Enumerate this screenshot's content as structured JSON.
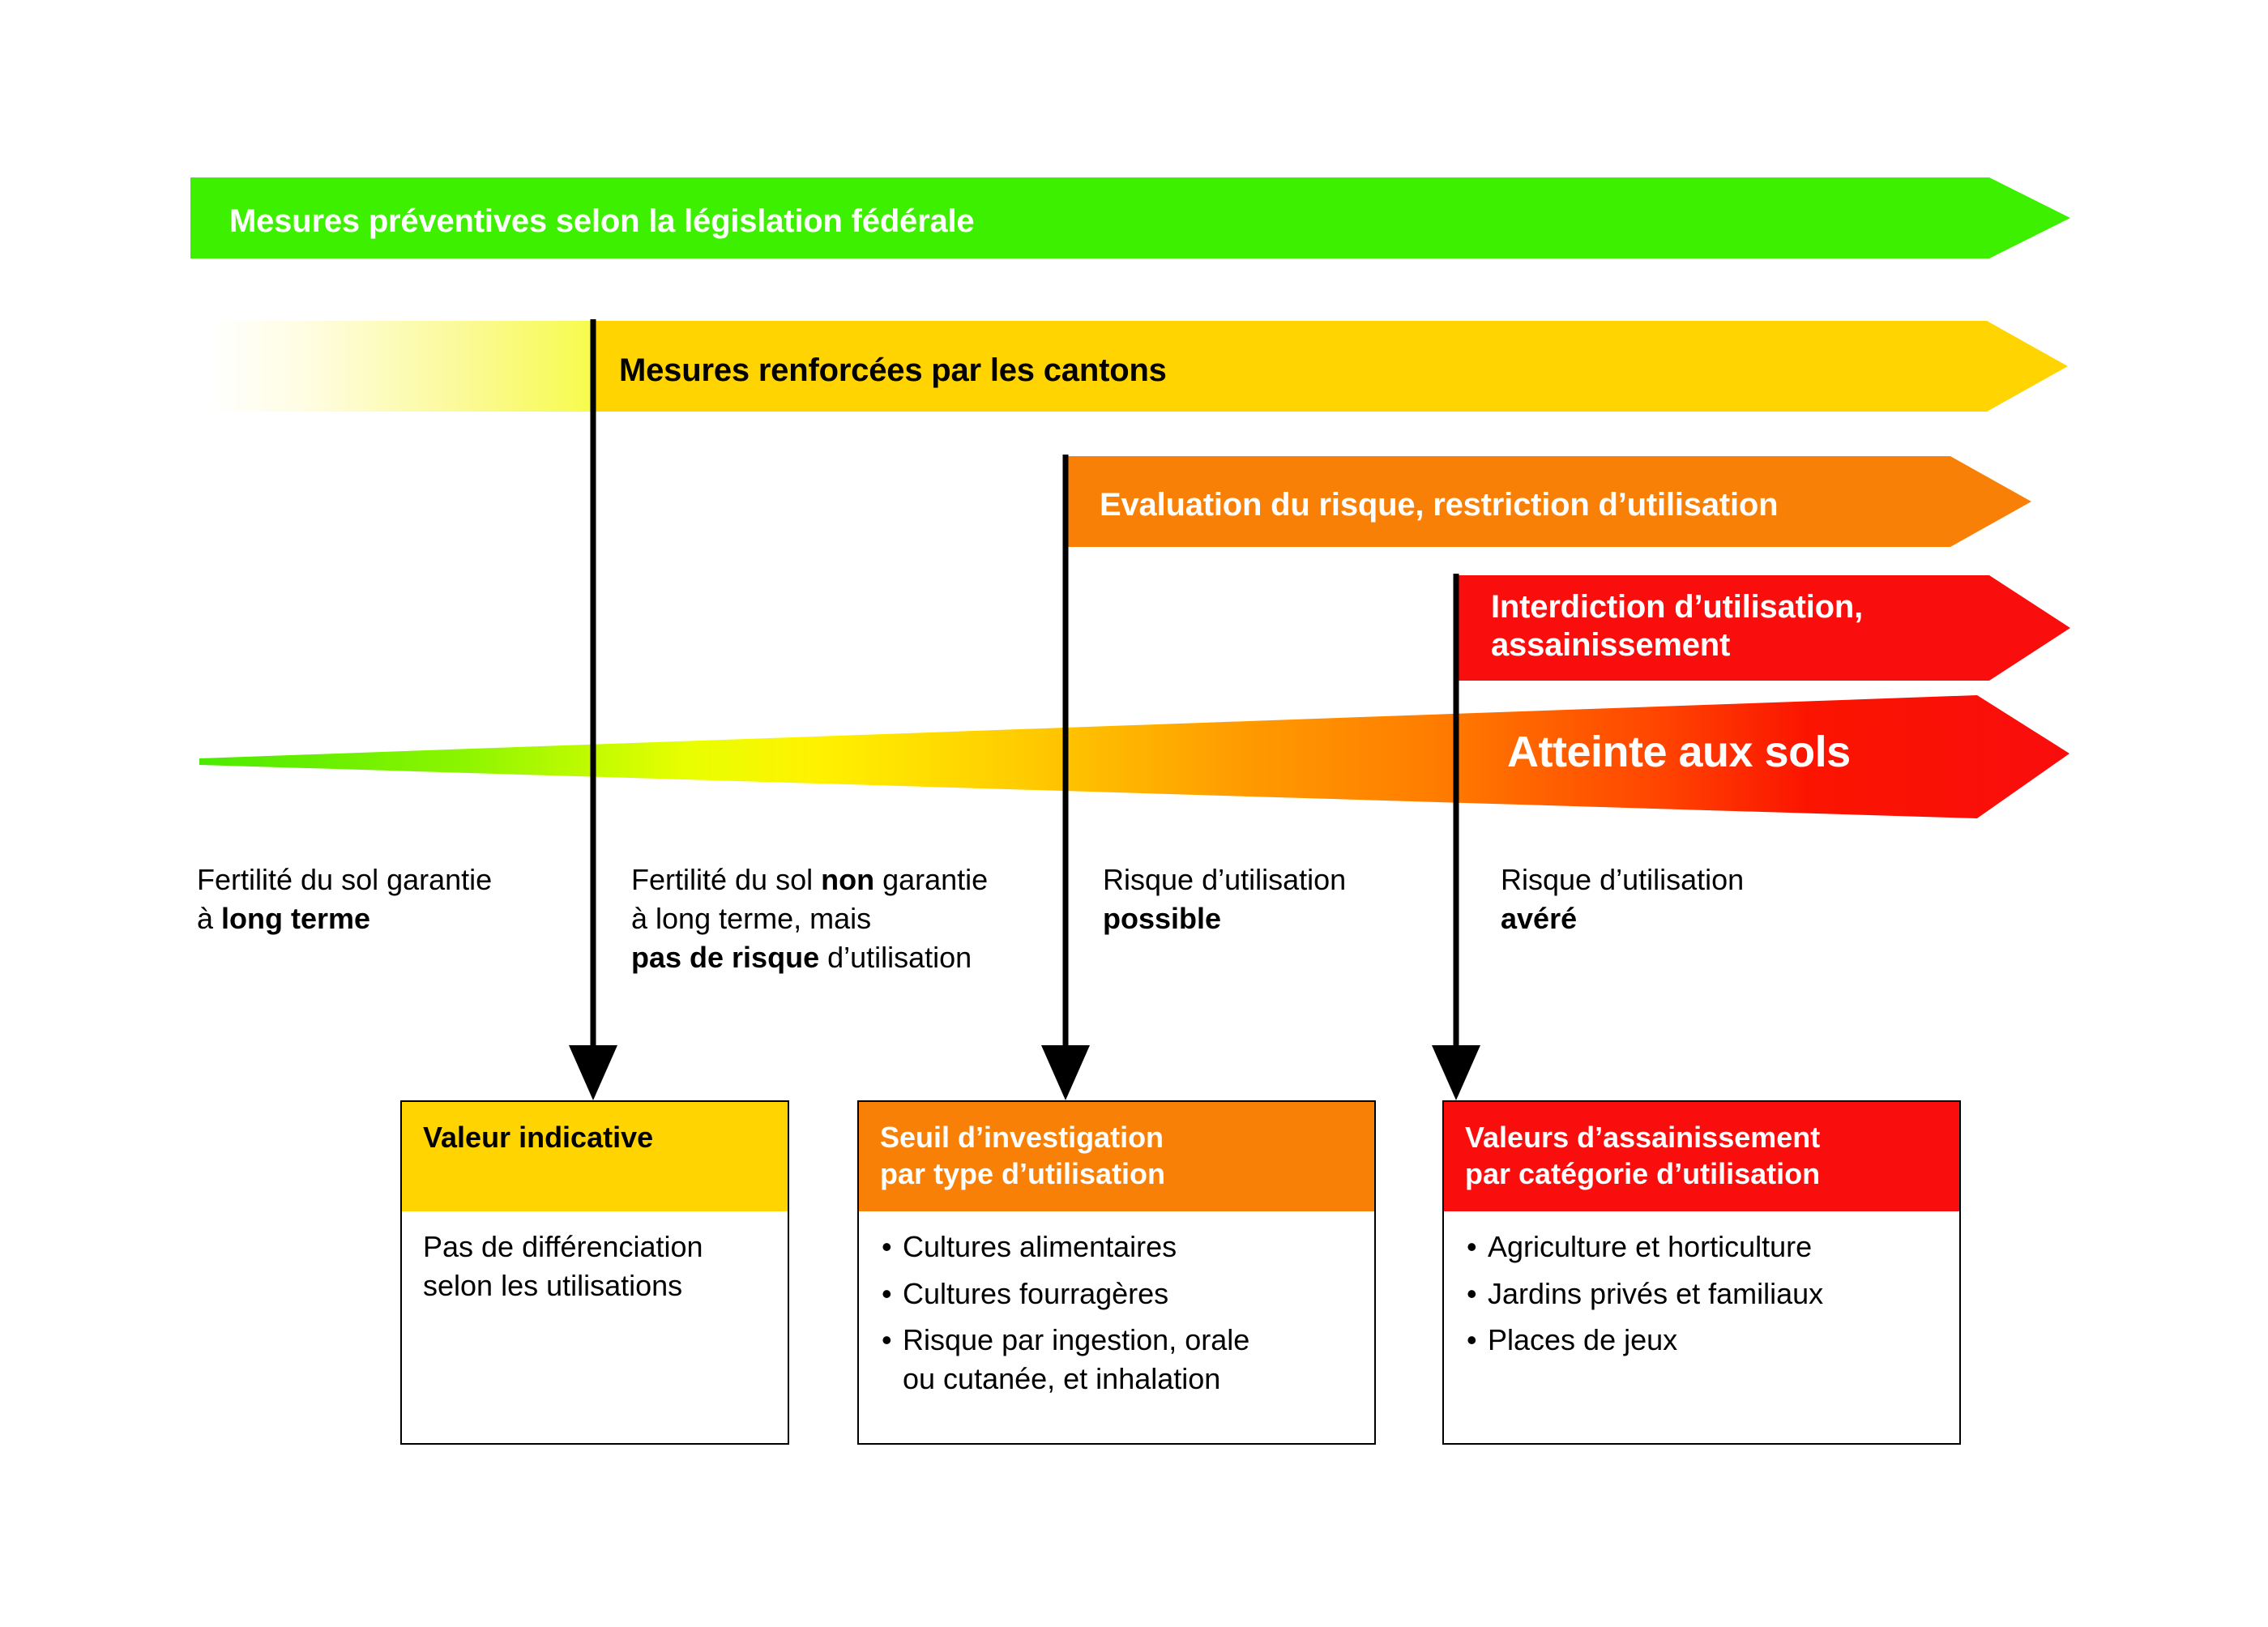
{
  "diagram": {
    "title_text": "Atteinte aux sols",
    "bands": [
      {
        "id": "preventive",
        "label": "Mesures préventives selon la législation fédérale",
        "fill": "#3cf000",
        "text_color": "#ffffff"
      },
      {
        "id": "cantonal",
        "label": "Mesures renforcées par les cantons",
        "fill": "#ffd400",
        "text_color": "#000000"
      },
      {
        "id": "evaluation",
        "label": "Evaluation du risque, restriction d’utilisation",
        "fill": "#f98007",
        "text_color": "#ffffff"
      },
      {
        "id": "interdiction",
        "label": "Interdiction d’utilisation,\nassainissement",
        "fill": "#f90d0d",
        "text_color": "#ffffff"
      }
    ],
    "wedge": {
      "label": "Atteinte aux sols",
      "gradient_stops": [
        "#4bea00",
        "#e8ff00",
        "#ffe000",
        "#ff9000",
        "#ff2600",
        "#f90d0d"
      ]
    },
    "captions": [
      {
        "id": "stage-1",
        "html": "Fertilité du sol garantie\nà <b>long terme</b>"
      },
      {
        "id": "stage-2",
        "html": "Fertilité du sol <b>non</b> garantie\nà long terme, mais\n<b>pas de risque</b> d’utilisation"
      },
      {
        "id": "stage-3",
        "html": "Risque d’utilisation\n<b>possible</b>"
      },
      {
        "id": "stage-4",
        "html": "Risque d’utilisation\n<b>avéré</b>"
      }
    ],
    "boxes": [
      {
        "id": "valeur-indicative",
        "head": "Valeur indicative",
        "head_fill": "#ffd400",
        "head_color": "#000000",
        "body_type": "plain",
        "body_text": "Pas de différenciation\nselon les utilisations",
        "items": []
      },
      {
        "id": "seuil-investigation",
        "head": "Seuil d’investigation\npar type d’utilisation",
        "head_fill": "#f98007",
        "head_color": "#ffffff",
        "body_type": "list",
        "body_text": "",
        "items": [
          "Cultures alimentaires",
          "Cultures fourragères",
          "Risque par ingestion, orale\nou cutanée, et inhalation"
        ]
      },
      {
        "id": "valeurs-assainissement",
        "head": "Valeurs d’assainissement\npar catégorie d’utilisation",
        "head_fill": "#f90d0d",
        "head_color": "#ffffff",
        "body_type": "list",
        "body_text": "",
        "items": [
          "Agriculture et horticulture",
          "Jardins privés et familiaux",
          "Places de jeux"
        ]
      }
    ],
    "connectors": [
      {
        "id": "connector-1"
      },
      {
        "id": "connector-2"
      },
      {
        "id": "connector-3"
      }
    ]
  }
}
